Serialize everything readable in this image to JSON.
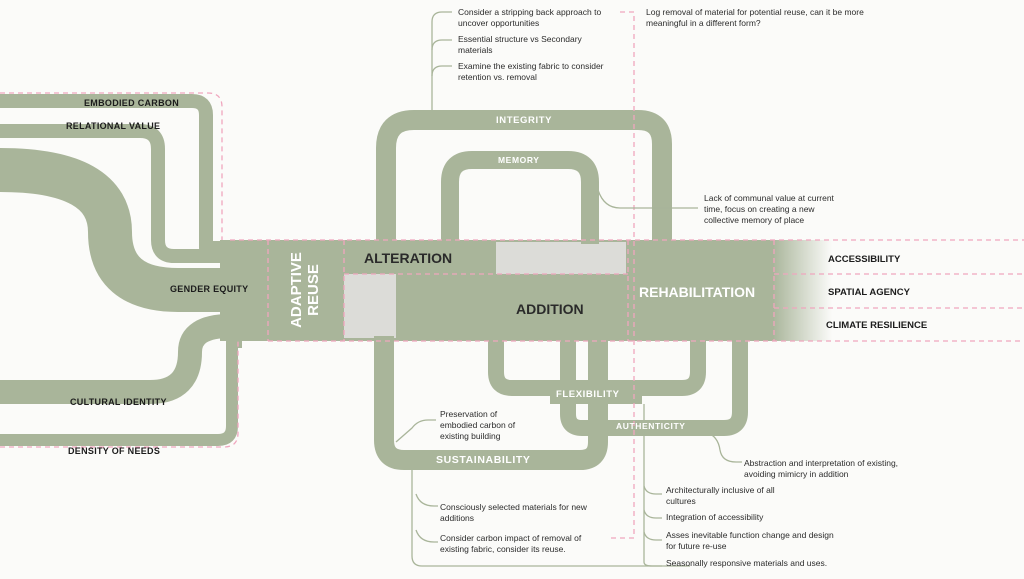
{
  "colors": {
    "band": "#a9b59a",
    "band_dark": "#9eab8f",
    "highlight": "#dcdcd8",
    "pink": "#f0a6be",
    "leader": "#a9b59a",
    "text": "#1c1c1c"
  },
  "inputs": {
    "embodied_carbon": "EMBODIED CARBON",
    "relational_value": "RELATIONAL VALUE",
    "gender_equity": "GENDER EQUITY",
    "cultural_identity": "CULTURAL IDENTITY",
    "density_of_needs": "DENSITY OF NEEDS"
  },
  "stages": {
    "adaptive": "ADAPTIVE",
    "reuse": "REUSE",
    "alteration": "ALTERATION",
    "addition": "ADDITION",
    "rehabilitation": "REHABILITATION"
  },
  "paths": {
    "integrity": "INTEGRITY",
    "memory": "MEMORY",
    "flexibility": "FLEXIBILITY",
    "authenticity": "AUTHENTICITY",
    "sustainability": "SUSTAINABILITY"
  },
  "outcomes": {
    "accessibility": "ACCESSIBILITY",
    "spatial_agency": "SPATIAL AGENCY",
    "climate_resilience": "CLIMATE RESILIENCE"
  },
  "notes": {
    "stripping_back": "Consider a stripping back approach to uncover opportunities",
    "essential_structure": "Essential structure vs Secondary materials",
    "existing_fabric": "Examine the existing fabric to consider retention vs. removal",
    "log_removal": "Log removal of material for potential reuse, can it be more meaningful in a different form?",
    "communal_value": "Lack of communal value at current time, focus on creating a new collective memory of place",
    "preservation": "Preservation of embodied carbon of existing building",
    "abstraction": "Abstraction and interpretation of existing, avoiding mimicry in addition",
    "consciously_selected": "Consciously selected materials for new additions",
    "carbon_impact": "Consider carbon impact of removal of existing fabric, consider its reuse.",
    "architecturally_inclusive": "Architecturally inclusive of all cultures",
    "integration_accessibility": "Integration of accessibility",
    "asses_function": "Asses inevitable function change and design for future re-use",
    "seasonally_responsive": "Seasonally responsive materials and uses."
  }
}
